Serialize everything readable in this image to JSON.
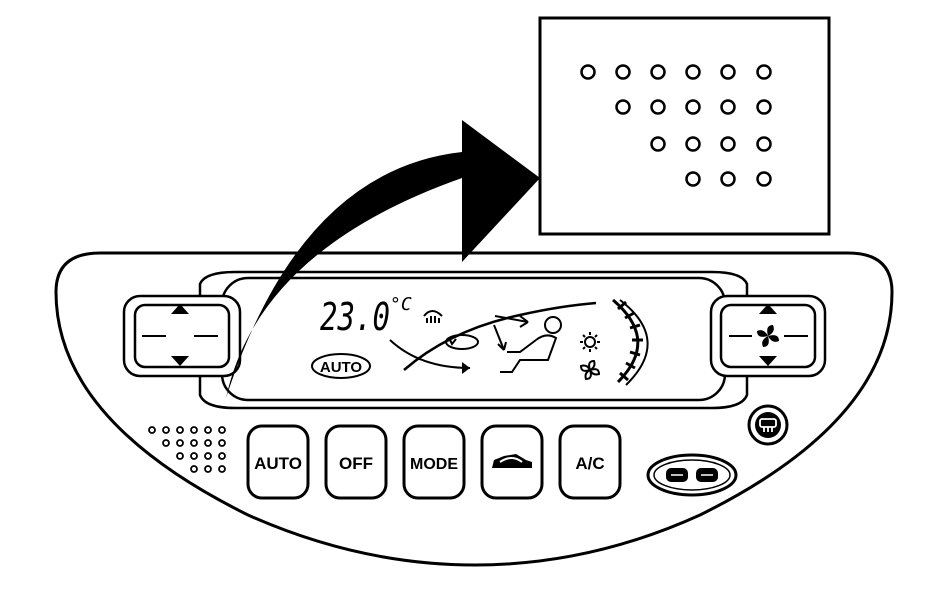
{
  "display": {
    "temperature": "23.0",
    "temperature_unit": "°C",
    "auto_indicator": "AUTO"
  },
  "buttons": {
    "auto": "AUTO",
    "off": "OFF",
    "mode": "MODE",
    "ac": "A/C"
  },
  "icons": {
    "rear_defog": "rear-defogger-icon",
    "recirculation": "recirculation-icon",
    "fan": "fan-icon",
    "sun_sensor": "sun-sensor-icon"
  },
  "colors": {
    "ink": "#000000",
    "paper": "#ffffff"
  }
}
